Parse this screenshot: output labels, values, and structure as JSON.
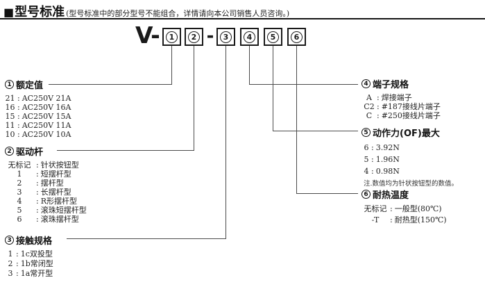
{
  "punct": {
    "colon": ":"
  },
  "header": {
    "bullet": "■",
    "title": "型号标准",
    "note": "(型号标准中的部分型号不能组合，详情请向本公司销售人员咨询。)"
  },
  "model": {
    "prefix": "V-",
    "dash": "-",
    "digits": [
      "1",
      "2",
      "3",
      "4",
      "5",
      "6"
    ]
  },
  "sections": [
    {
      "num": "1",
      "title": "额定值",
      "items": [
        {
          "code": "21",
          "desc": "AC250V 21A"
        },
        {
          "code": "16",
          "desc": "AC250V 16A"
        },
        {
          "code": "15",
          "desc": "AC250V 15A"
        },
        {
          "code": "11",
          "desc": "AC250V 11A"
        },
        {
          "code": "10",
          "desc": "AC250V 10A"
        }
      ]
    },
    {
      "num": "2",
      "title": "驱动杆",
      "items": [
        {
          "code": "无标记",
          "desc": "针状按钮型"
        },
        {
          "code": "1",
          "desc": "短摆杆型"
        },
        {
          "code": "2",
          "desc": "摆杆型"
        },
        {
          "code": "3",
          "desc": "长摆杆型"
        },
        {
          "code": "4",
          "desc": "R形摆杆型"
        },
        {
          "code": "5",
          "desc": "滚珠短摆杆型"
        },
        {
          "code": "6",
          "desc": "滚珠摆杆型"
        }
      ]
    },
    {
      "num": "3",
      "title": "接触规格",
      "items": [
        {
          "code": "1",
          "desc": "1c双投型"
        },
        {
          "code": "2",
          "desc": "1b常闭型"
        },
        {
          "code": "3",
          "desc": "1a常开型"
        }
      ]
    },
    {
      "num": "4",
      "title": "端子规格",
      "items": [
        {
          "code": "A",
          "desc": "焊接端子"
        },
        {
          "code": "C2",
          "desc": "#187接线片端子"
        },
        {
          "code": "C",
          "desc": "#250接线片端子"
        }
      ]
    },
    {
      "num": "5",
      "title": "动作力(OF)最大",
      "items": [
        {
          "code": "6",
          "desc": "3.92N"
        },
        {
          "code": "5",
          "desc": "1.96N"
        },
        {
          "code": "4",
          "desc": "0.98N"
        }
      ],
      "note": "注.数值均为针状按钮型的数值。"
    },
    {
      "num": "6",
      "title": "耐热温度",
      "items": [
        {
          "code": "无标记",
          "desc": "一般型(80℃)"
        },
        {
          "code": "-T",
          "desc": "耐热型(150℃)"
        }
      ]
    }
  ]
}
